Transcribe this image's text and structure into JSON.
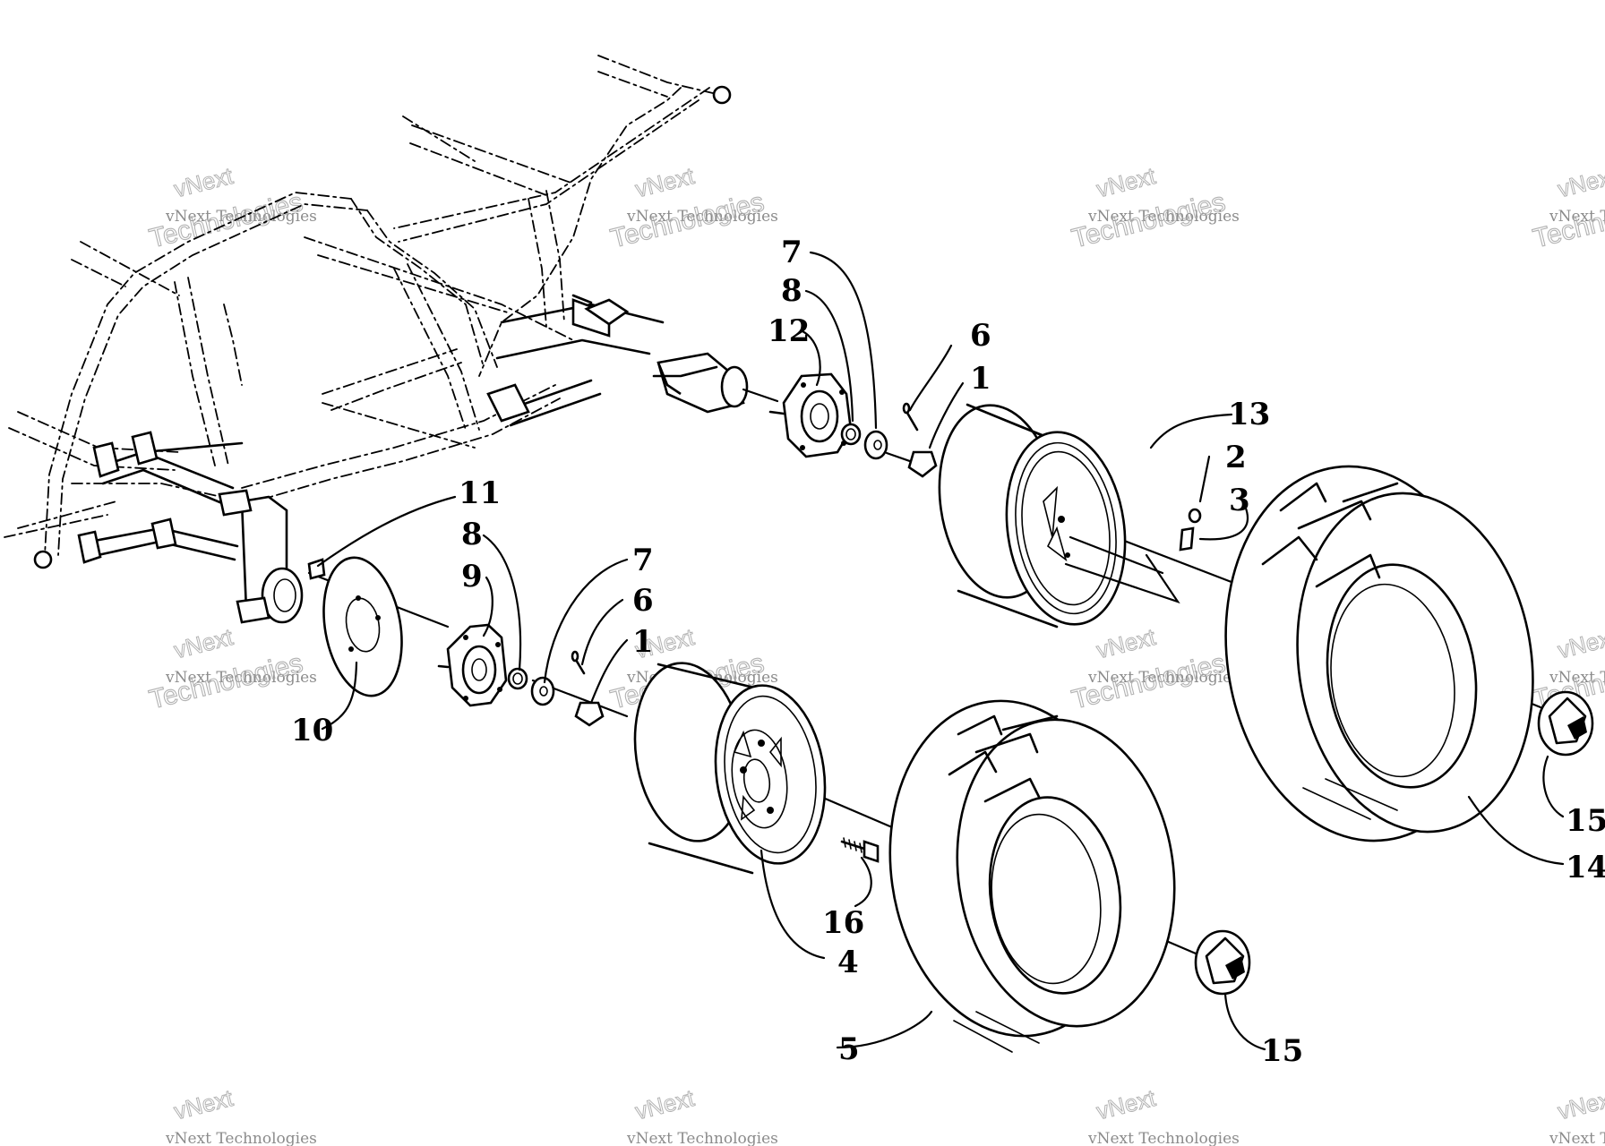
{
  "watermark": {
    "line1": "vNext",
    "line2": "vNext Technologies",
    "line3": "Technologies"
  },
  "callouts": {
    "c1_upper": "1",
    "c1_lower": "1",
    "c2": "2",
    "c3": "3",
    "c4": "4",
    "c5": "5",
    "c6_upper": "6",
    "c6_lower": "6",
    "c7_upper": "7",
    "c7_lower": "7",
    "c8_upper": "8",
    "c8_lower": "8",
    "c9": "9",
    "c10": "10",
    "c11": "11",
    "c12": "12",
    "c13": "13",
    "c14": "14",
    "c15_right": "15",
    "c15_lower": "15",
    "c16": "16"
  }
}
